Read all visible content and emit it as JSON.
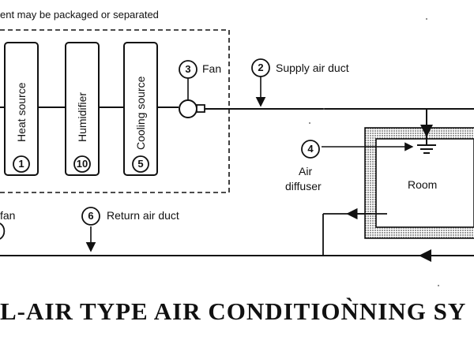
{
  "header_note": "ent may be packaged or separated",
  "components": {
    "heat_source": {
      "label": "Heat source",
      "number": "1"
    },
    "humidifier": {
      "label": "Humidifier",
      "number": "10"
    },
    "cooling_source": {
      "label": "Cooling source",
      "number": "5"
    }
  },
  "fan": {
    "label": "Fan",
    "number": "3"
  },
  "supply_duct": {
    "label": "Supply air duct",
    "number": "2"
  },
  "diffuser": {
    "label_line1": "Air",
    "label_line2": "diffuser",
    "number": "4"
  },
  "room": {
    "label": "Room"
  },
  "return_fan": {
    "label": "fan"
  },
  "return_duct": {
    "label": "Return air duct",
    "number": "6"
  },
  "title": "L-AIR TYPE AIR CONDITIOǸNING SY",
  "colors": {
    "line": "#111111",
    "room_wall": "#9a9a9a"
  }
}
